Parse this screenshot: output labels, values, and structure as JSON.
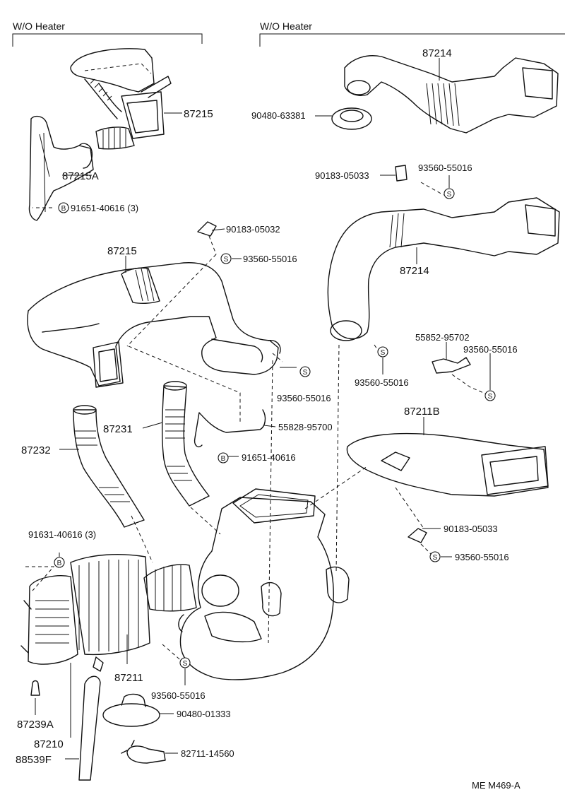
{
  "headers": {
    "left": "W/O Heater",
    "right": "W/O Heater"
  },
  "labels": {
    "p87215_top": "87215",
    "p87215A": "87215A",
    "p91651_3": "91651-40616 (3)",
    "p90183_05032": "90183-05032",
    "p93560_a": "93560-55016",
    "p87215_mid": "87215",
    "p93560_b": "93560-55016",
    "p87214_top": "87214",
    "p90480_63381": "90480-63381",
    "p90183_05033_a": "90183-05033",
    "p93560_c": "93560-55016",
    "p87214_mid": "87214",
    "p93560_d": "93560-55016",
    "p55852": "55852-95702",
    "p93560_e": "93560-55016",
    "p87211B": "87211B",
    "p55828": "55828-95700",
    "p91651_b": "91651-40616",
    "p87231": "87231",
    "p87232": "87232",
    "p90183_05033_b": "90183-05033",
    "p93560_f": "93560-55016",
    "p91631": "91631-40616 (3)",
    "p87211": "87211",
    "p93560_g": "93560-55016",
    "p90480_01333": "90480-01333",
    "p82711": "82711-14560",
    "p87239A": "87239A",
    "p87210": "87210",
    "p88539F": "88539F"
  },
  "symbols": {
    "s": "S",
    "b": "B"
  },
  "footer": "ME  M469-A"
}
